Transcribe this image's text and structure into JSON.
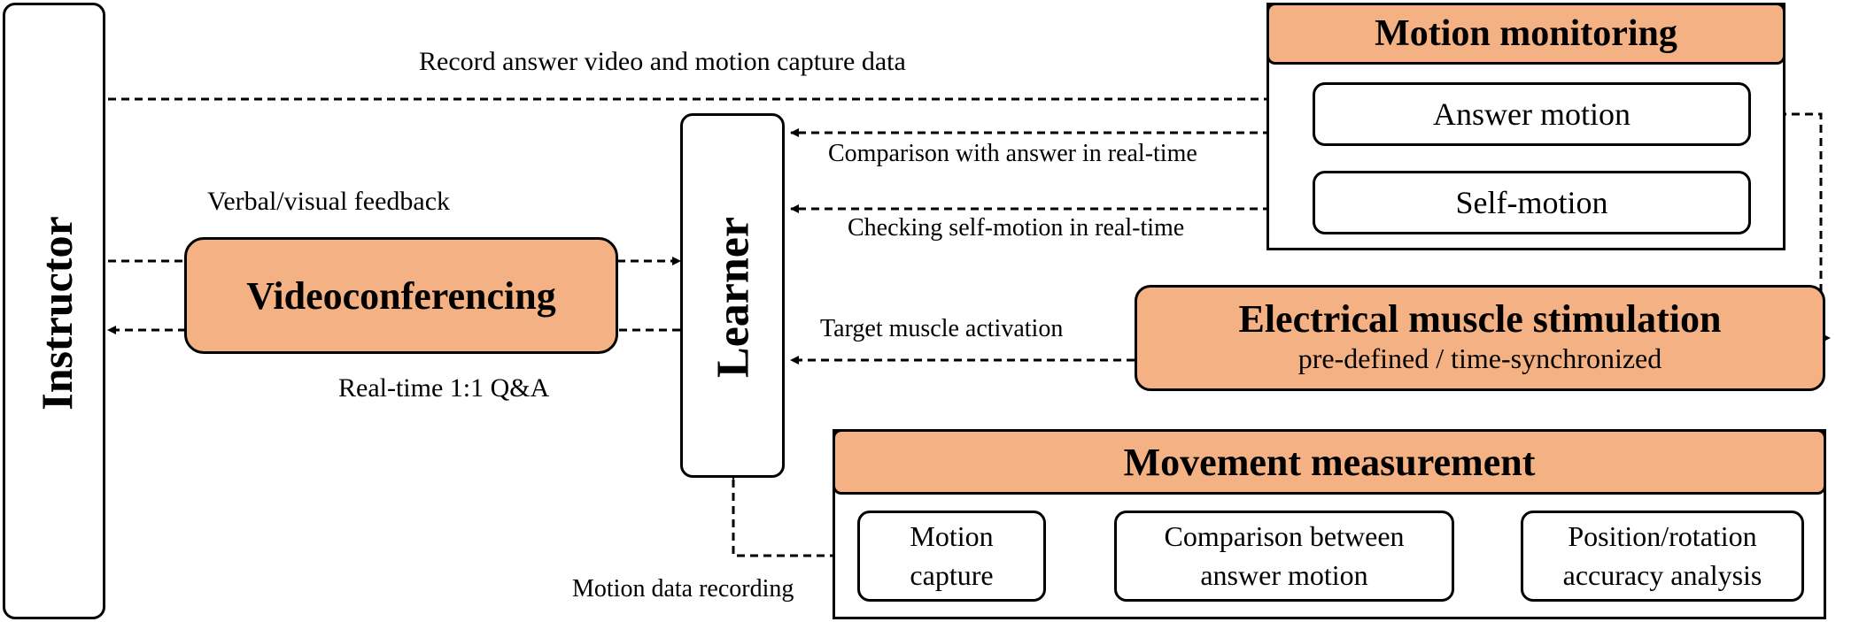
{
  "instructor": {
    "label": "Instructor"
  },
  "learner": {
    "label": "Learner"
  },
  "videoconferencing": {
    "label": "Videoconferencing"
  },
  "motion_monitoring": {
    "title": "Motion monitoring",
    "answer_motion": "Answer  motion",
    "self_motion": "Self-motion"
  },
  "ems": {
    "title": "Electrical muscle stimulation",
    "subtitle": "pre-defined  /  time-synchronized"
  },
  "movement_measurement": {
    "title": "Movement measurement",
    "step1_line1": "Motion",
    "step1_line2": "capture",
    "step2_line1": "Comparison  between",
    "step2_line2": "answer motion",
    "step3_line1": "Position/rotation",
    "step3_line2": "accuracy  analysis"
  },
  "labels": {
    "record": "Record  answer  video  and  motion  capture  data",
    "comparison_realtime": "Comparison with answer in real-time",
    "checking_realtime": "Checking self-motion in real-time",
    "verbal_feedback": "Verbal/visual  feedback",
    "qa": "Real-time  1:1  Q&A",
    "target_muscle": "Target  muscle activation",
    "motion_recording": "Motion data recording"
  }
}
